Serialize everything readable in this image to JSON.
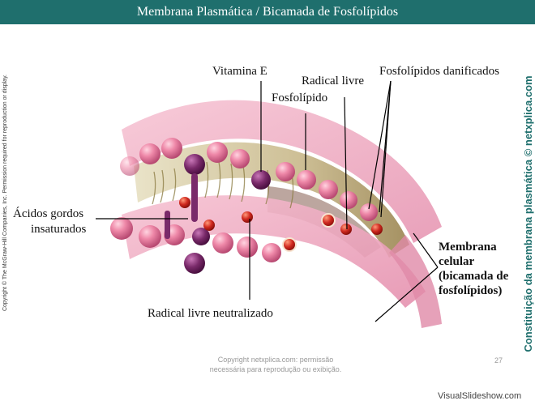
{
  "header": {
    "title": "Membrana Plasmática / Bicamada de Fosfolípidos"
  },
  "side_text": {
    "copyright": "Copyright © The McGraw-Hill Companies, Inc. Permission required for reproduction or display.",
    "right": "Constituição da membrana plasmática © netxplica.com"
  },
  "labels": {
    "vitamina_e": "Vitamina E",
    "radical_livre": "Radical livre",
    "fosfolipidos_danificados": "Fosfolípidos danificados",
    "fosfolipido": "Fosfolípido",
    "acidos_line1": "Ácidos gordos",
    "acidos_line2": "insaturados",
    "radical_neutralizado": "Radical livre neutralizado",
    "membrana_line1": "Membrana",
    "membrana_line2": "celular",
    "membrana_line3": "(bicamada de",
    "membrana_line4": "fosfolípidos)"
  },
  "footer": {
    "line1": "Copyright netxplica.com: permissão",
    "line2": "necessária para reprodução ou exibição.",
    "page_number": "27"
  },
  "watermark": "VisualSlideshow.com",
  "colors": {
    "title_bar": "#1f6f6d",
    "head_pink": "#e8789c",
    "vitamin_e_purple": "#7a2a6a",
    "radical_red": "#c82020"
  }
}
